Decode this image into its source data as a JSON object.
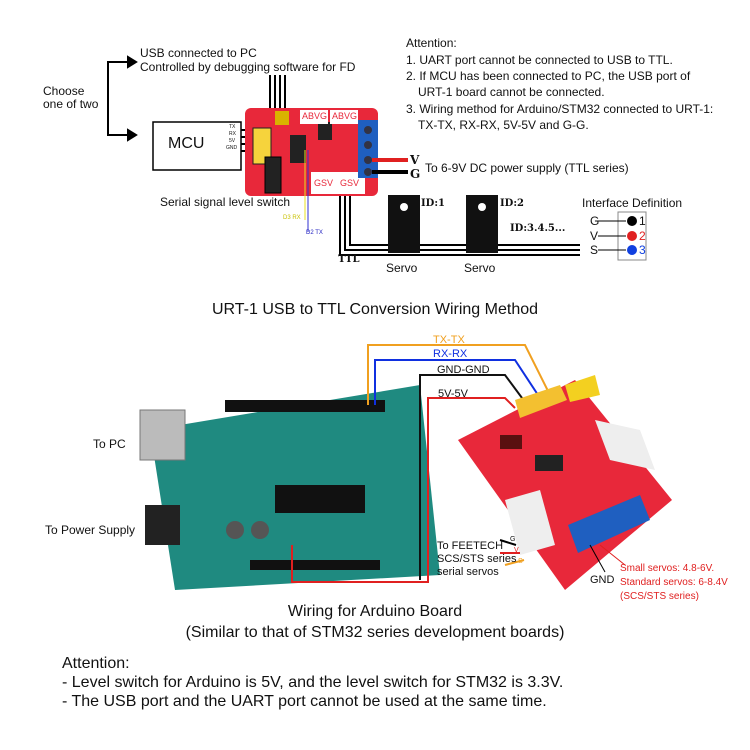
{
  "top": {
    "choose": [
      "Choose",
      "one of two"
    ],
    "usb": [
      "USB connected to PC",
      "Controlled by debugging software for FD"
    ],
    "attention": {
      "title": "Attention:",
      "lines": [
        "1. UART port cannot be connected to USB to TTL.",
        "2. If MCU has been connected to PC, the USB port of",
        "URT-1 board cannot be connected.",
        "3. Wiring method for Arduino/STM32 connected to URT-1:",
        "TX-TX, RX-RX, 5V-5V and G-G."
      ]
    },
    "mcu": "MCU",
    "mcu_pins": [
      "TX",
      "RX",
      "5V",
      "GND"
    ],
    "board_connectors": [
      "ABVG",
      "ABVG",
      "GSV",
      "GSV"
    ],
    "v": "V",
    "g": "G",
    "power": "To 6-9V DC power supply (TTL series)",
    "level_switch": "Serial signal level switch",
    "d3": "D3 RX",
    "d2": "D2 TX",
    "ttl": "TTL",
    "servos": [
      {
        "id": "ID:1",
        "label": "Servo"
      },
      {
        "id": "ID:2",
        "label": "Servo"
      }
    ],
    "id_more": "ID:3.4.5...",
    "interface": {
      "title": "Interface Definition",
      "pins": [
        {
          "name": "G",
          "num": "1",
          "color": "#000000"
        },
        {
          "name": "V",
          "num": "2",
          "color": "#e02020"
        },
        {
          "name": "S",
          "num": "3",
          "color": "#1040e0"
        }
      ]
    },
    "title": "URT-1 USB to TTL Conversion Wiring Method"
  },
  "bottom": {
    "to_pc": "To PC",
    "to_power": "To Power Supply",
    "wires": [
      {
        "label": "TX-TX",
        "color": "#f0a020"
      },
      {
        "label": "RX-RX",
        "color": "#1030e0"
      },
      {
        "label": "GND-GND",
        "color": "#111111"
      },
      {
        "label": "5V-5V",
        "color": "#e02020"
      }
    ],
    "servo_pins": [
      "G",
      "V",
      "S"
    ],
    "feetech": [
      "To FEETECH",
      "SCS/STS series",
      "serial servos"
    ],
    "gnd": "GND",
    "servo_power": [
      "Small servos: 4.8-6V.",
      "Standard servos: 6-8.4V",
      "(SCS/STS series)"
    ],
    "caption": [
      "Wiring for Arduino Board",
      "(Similar to that of STM32 series development boards)"
    ],
    "attention": {
      "title": "Attention:",
      "lines": [
        "- Level switch for Arduino is 5V, and the level switch for STM32 is 3.3V.",
        "- The USB port and the UART port cannot be used at the same time."
      ]
    }
  },
  "colors": {
    "board_red": "#e8283a",
    "arduino_green": "#1f8a80",
    "terminal_blue": "#1f5fc0"
  }
}
